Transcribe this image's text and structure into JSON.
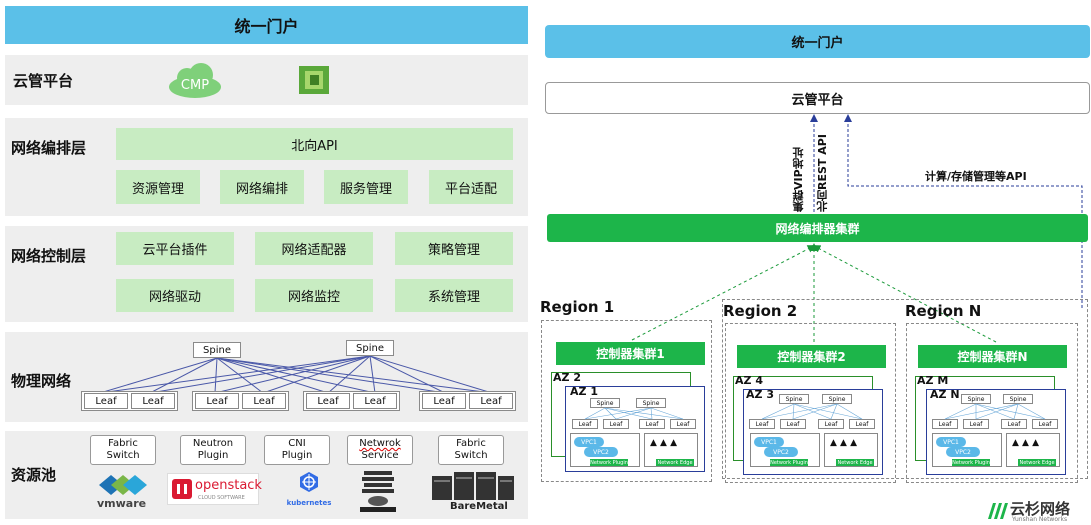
{
  "left": {
    "portal": "统一门户",
    "cloud_mgmt": {
      "title": "云管平台",
      "cmp_label": "CMP"
    },
    "orchestration": {
      "title": "网络编排层",
      "api": "北向API",
      "items": [
        "资源管理",
        "网络编排",
        "服务管理",
        "平台适配"
      ]
    },
    "control": {
      "title": "网络控制层",
      "items": [
        "云平台插件",
        "网络适配器",
        "策略管理",
        "网络驱动",
        "网络监控",
        "系统管理"
      ]
    },
    "physical": {
      "title": "物理网络",
      "spine": "Spine",
      "leaf": "Leaf"
    },
    "resource_pool": {
      "title": "资源池",
      "plugins": [
        {
          "line1": "Fabric",
          "line2": "Switch"
        },
        {
          "line1": "Neutron",
          "line2": "Plugin"
        },
        {
          "line1": "CNI",
          "line2": "Plugin"
        },
        {
          "line1": "Netwrok",
          "line2": "Service"
        },
        {
          "line1": "Fabric",
          "line2": "Switch"
        }
      ],
      "logos": [
        "vmware",
        "openstack",
        "kubernetes",
        "BareMetal"
      ],
      "openstack_sub": "CLOUD SOFTWARE"
    }
  },
  "right": {
    "portal": "统一门户",
    "cloud_mgmt": "云管平台",
    "vip_label": "集群VIP地址",
    "rest_label": "北向REST API",
    "compute_api": "计算/存储管理等API",
    "orchestrator_cluster": "网络编排器集群",
    "regions": [
      {
        "name": "Region 1",
        "controller": "控制器集群1",
        "az_back": "AZ 2",
        "az_front": "AZ 1"
      },
      {
        "name": "Region 2",
        "controller": "控制器集群2",
        "az_back": "AZ 4",
        "az_front": "AZ 3"
      },
      {
        "name": "Region N",
        "controller": "控制器集群N",
        "az_back": "AZ M",
        "az_front": "AZ N"
      }
    ],
    "mini": {
      "spine": "Spine",
      "leaf": "Leaf",
      "vpc1": "VPC1",
      "vpc2": "VPC2",
      "network_plugin": "Network Plugin",
      "network_edge": "Network Edge"
    },
    "brand": "云杉网络",
    "brand_sub": "Yunshan Networks"
  },
  "colors": {
    "portal_blue": "#5bc0e8",
    "green": "#1db54a",
    "light_green": "#c8ecc2",
    "layer_gray": "#eeeeee"
  }
}
